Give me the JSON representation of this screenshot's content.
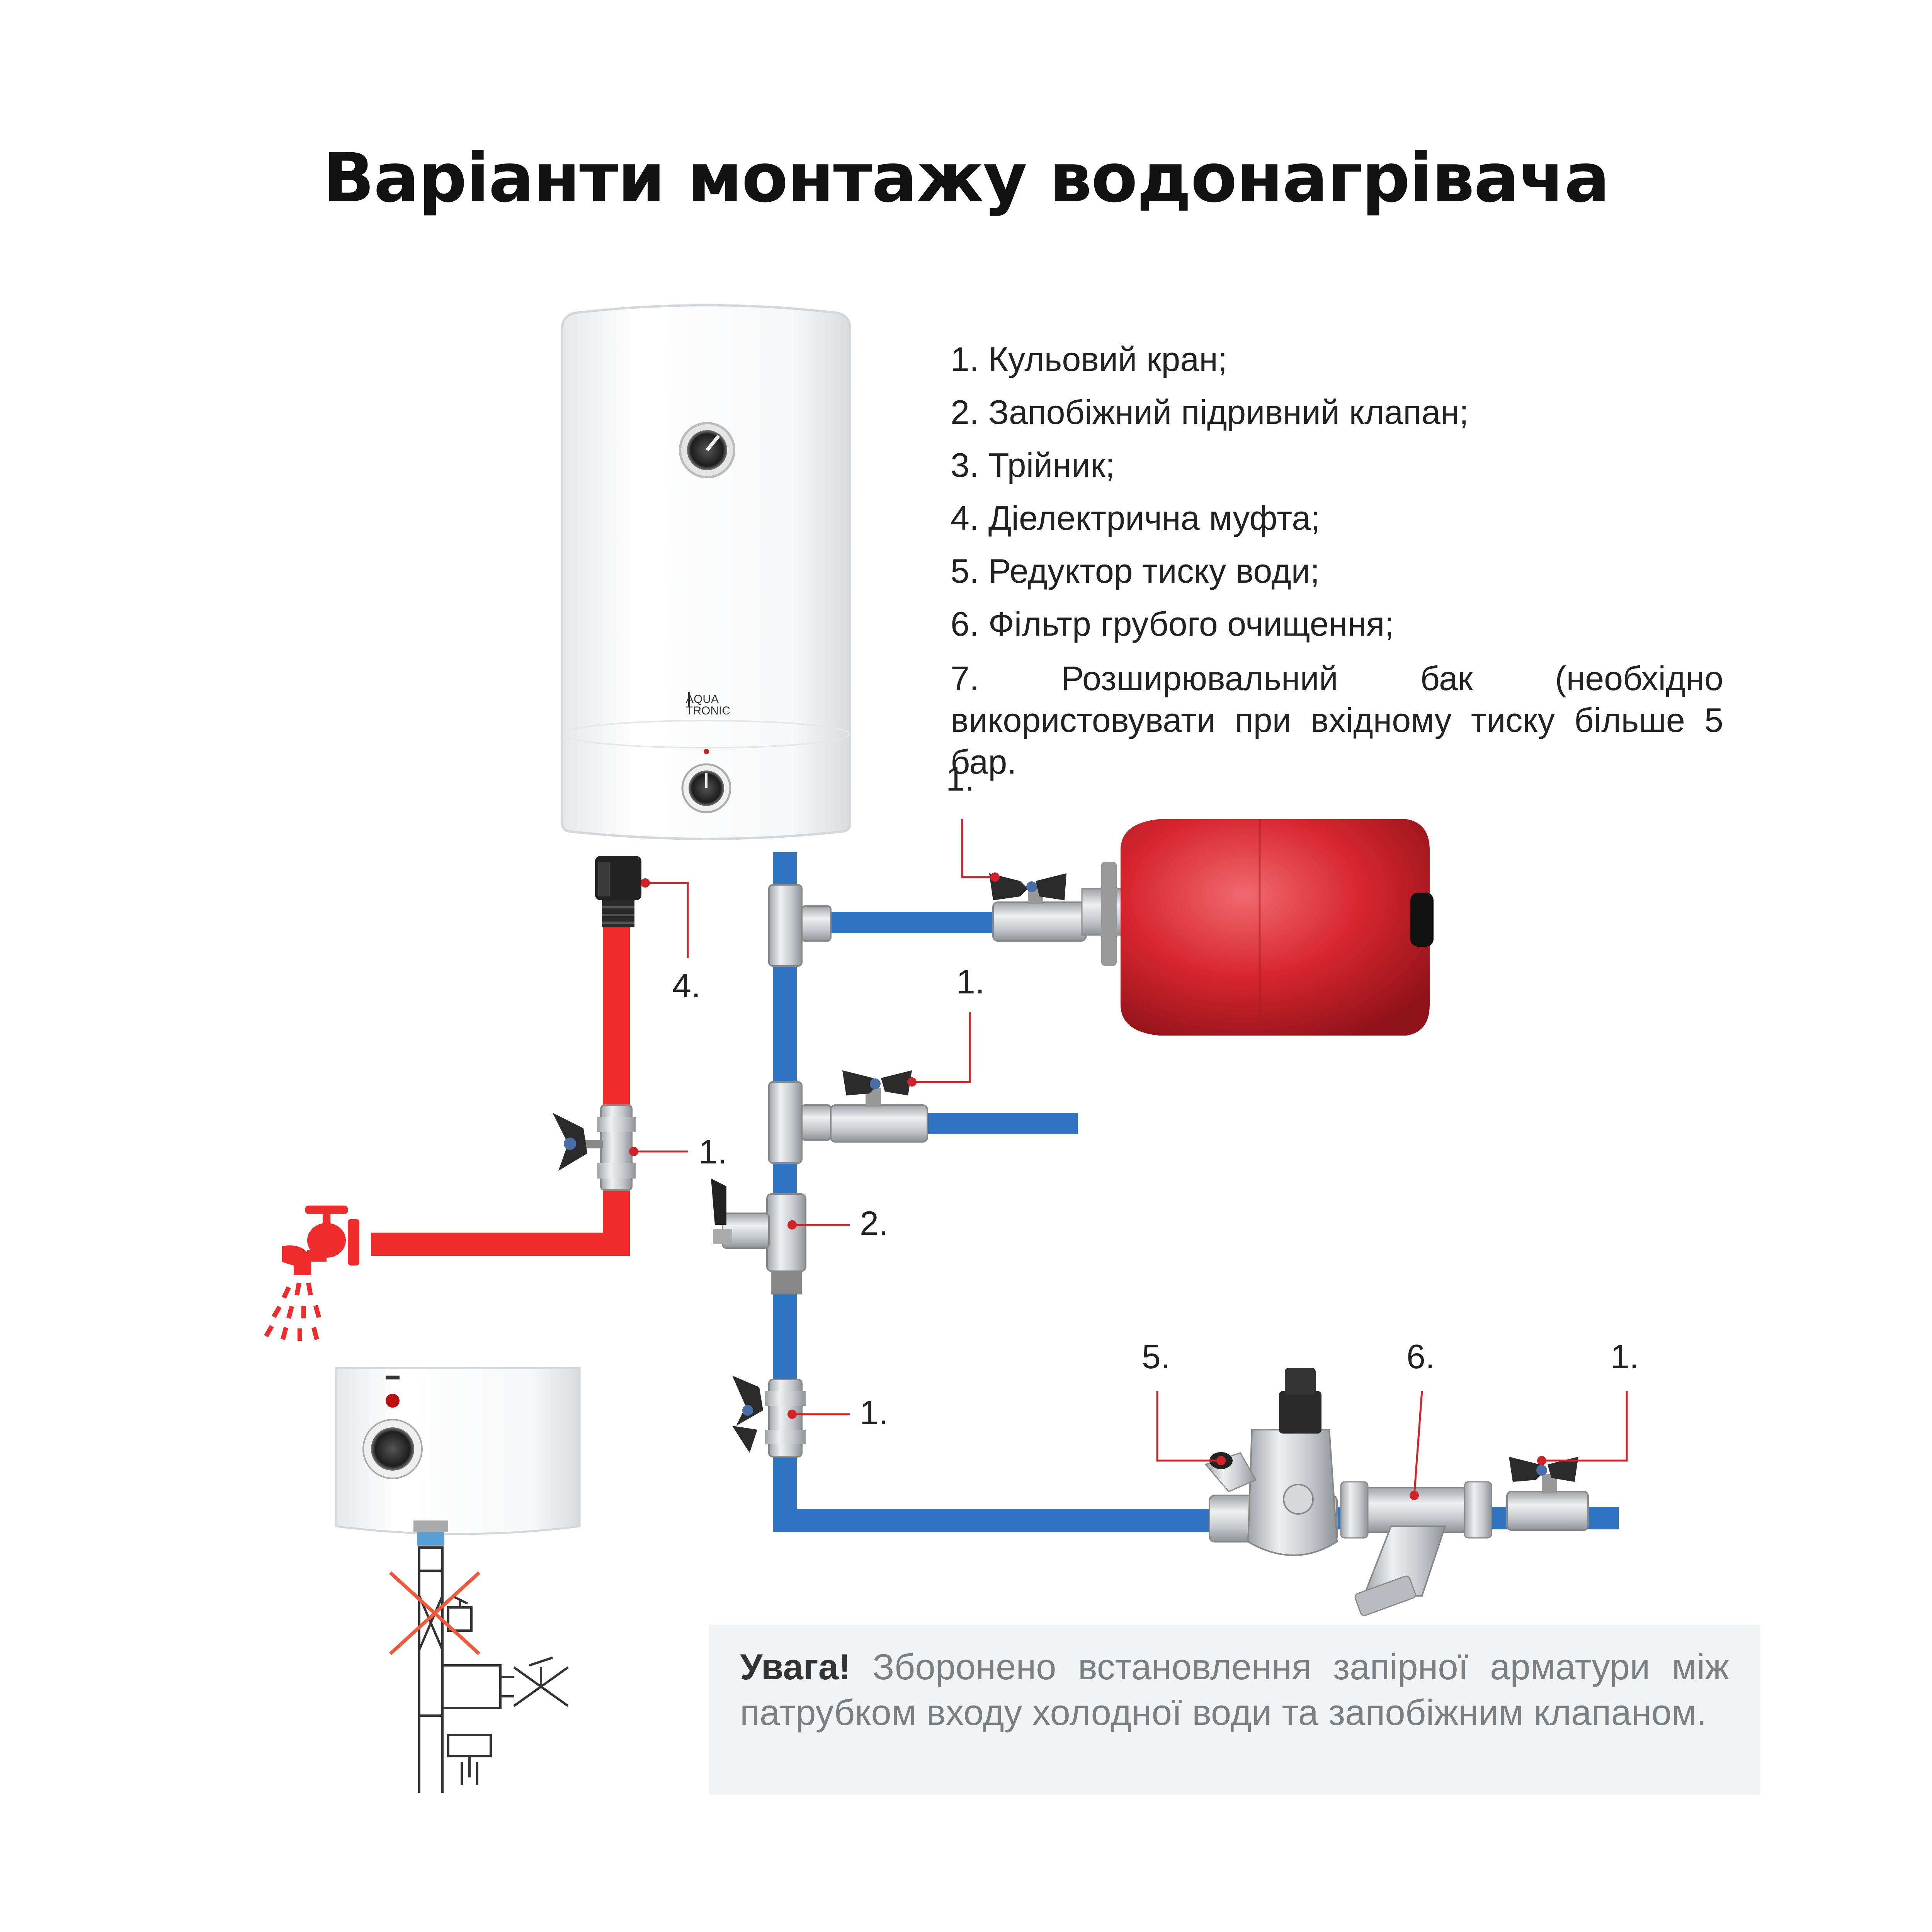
{
  "title": "Варіанти монтажу водонагрівача",
  "legend": [
    "1. Кульовий кран;",
    "2. Запобіжний підривний клапан;",
    "3. Трійник;",
    "4. Діелектрична муфта;",
    "5. Редуктор тиску води;",
    "6. Фільтр грубого очищення;",
    "7. Розширювальний бак (необхідно використовувати при вхідному тиску більше 5 бар."
  ],
  "callouts": {
    "tank_valve": "1.",
    "dielectric": "4.",
    "side_valve": "1.",
    "hot_valve": "1.",
    "safety_valve": "2.",
    "cold_valve": "1.",
    "reducer": "5.",
    "filter": "6.",
    "inlet_valve": "1."
  },
  "brand": {
    "line1": "AQUA",
    "line2": "TRONIC"
  },
  "warning": {
    "label": "Увага!",
    "text": " Зборонено встановлення запірної арматури між патрубком входу холодної води та запобіжним клапаном."
  },
  "colors": {
    "hot_pipe": "#ef2b2b",
    "cold_pipe": "#2f74c0",
    "tank_red": "#d8262f",
    "metal": "#c9ccd0",
    "leader": "#d2232a"
  }
}
